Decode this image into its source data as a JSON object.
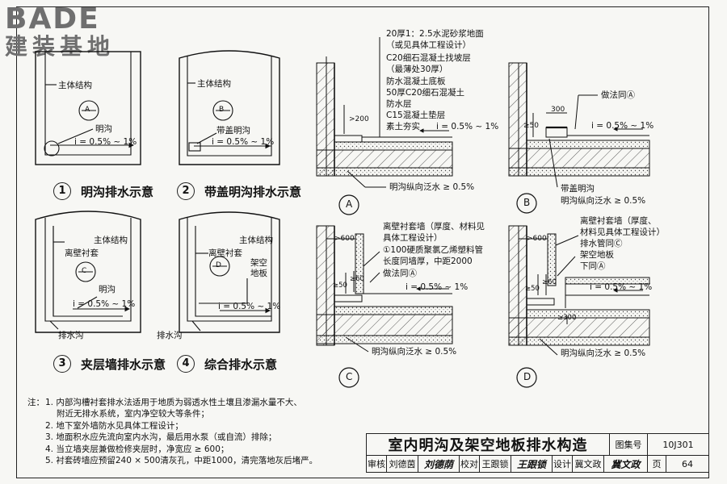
{
  "logo": {
    "latin": "BADE",
    "cn": "建装基地"
  },
  "details": {
    "d1": {
      "number": "1",
      "caption": "明沟排水示意",
      "main_structure": "主体结构",
      "open_ditch": "明沟",
      "slope": "i = 0.5% ~ 1%",
      "mark_letter": "A"
    },
    "d2": {
      "number": "2",
      "caption": "带盖明沟排水示意",
      "main_structure": "主体结构",
      "covered_ditch": "带盖明沟",
      "slope": "i = 0.5% ~ 1%",
      "mark_letter": "B"
    },
    "d3": {
      "number": "3",
      "caption": "夹层墙排水示意",
      "main_structure": "主体结构",
      "liner_wall": "离壁衬套",
      "open_ditch": "明沟",
      "slope": "i = 0.5% ~ 1%",
      "drain_ditch": "排水沟",
      "mark_letter": "C"
    },
    "d4": {
      "number": "4",
      "caption": "综合排水示意",
      "main_structure": "主体结构",
      "liner_wall": "离壁衬套",
      "raised_floor": "架空地板",
      "slope": "i = 0.5% ~ 1%",
      "drain_ditch": "排水沟",
      "mark_letter": "D"
    }
  },
  "sections": {
    "A": {
      "label": "A",
      "layers": [
        "20厚1：2.5水泥砂浆地面",
        "（或见具体工程设计）",
        "C20细石混凝土找坡层",
        "（最薄处30厚）",
        "防水混凝土底板",
        "50厚C20细石混凝土",
        "防水层",
        "C15混凝土垫层",
        "素土夯实"
      ],
      "slope": "i = 0.5% ~ 1%",
      "dim": ">200",
      "bottom_note": "明沟纵向泛水 ≥ 0.5%"
    },
    "B": {
      "label": "B",
      "note_top": "做法同Ⓐ",
      "dim_width": "300",
      "dim_h": "≥50",
      "slope": "i = 0.5% ~ 1%",
      "covered_ditch": "带盖明沟",
      "bottom_note": "明沟纵向泛水 ≥ 0.5%"
    },
    "C": {
      "label": "C",
      "liner_note": "离壁衬套墙（厚度、材料见",
      "liner_note2": "具体工程设计）",
      "pipe_note": "①100硬质聚氯乙烯塑料管",
      "pipe_note2": "长度同墙厚，中距2000",
      "same_as": "做法同Ⓐ",
      "dim": ">600",
      "dim_h1": "≥50",
      "dim_h2": "≥60",
      "slope": "i = 0.5% ~ 1%",
      "bottom_note": "明沟纵向泛水 ≥ 0.5%"
    },
    "D": {
      "label": "D",
      "liner_note": "离壁衬套墙（厚度、",
      "liner_note2": "材料见具体工程设计）",
      "pipe_note": "排水管同Ⓒ",
      "floor_note": "架空地板",
      "floor_note2": "下同Ⓐ",
      "dim": ">600",
      "dim_h1": "≥50",
      "dim_h2": "≥60",
      "dim_b": "≥300",
      "slope": "i = 0.5% ~ 1%",
      "bottom_note": "明沟纵向泛水 ≥ 0.5%"
    }
  },
  "notes": {
    "label": "注：",
    "items": [
      "1. 内部沟槽衬套排水法适用于地质为弱透水性土壤且渗漏水量不大、",
      "附近无排水系统，室内净空较大等条件；",
      "2. 地下室外墙防水见具体工程设计；",
      "3. 地面积水应先流向室内水沟，最后用水泵（或自流）排除；",
      "4. 当立墙夹层兼做检修夹层时，净宽应 ≥ 600；",
      "5. 衬套砖墙应预留240 × 500清灰孔，中距1000，清完落地灰后堵严。"
    ]
  },
  "title_block": {
    "title": "室内明沟及架空地板排水构造",
    "atlas_label": "图集号",
    "atlas_no": "10J301",
    "review_label": "审核",
    "review_name": "刘德茵",
    "review_sign": "刘德荫",
    "check_label": "校对",
    "check_name": "王跟锁",
    "check_sign": "王跟锁",
    "design_label": "设计",
    "design_name": "冀文政",
    "design_sign": "冀文政",
    "page_label": "页",
    "page_no": "64"
  }
}
